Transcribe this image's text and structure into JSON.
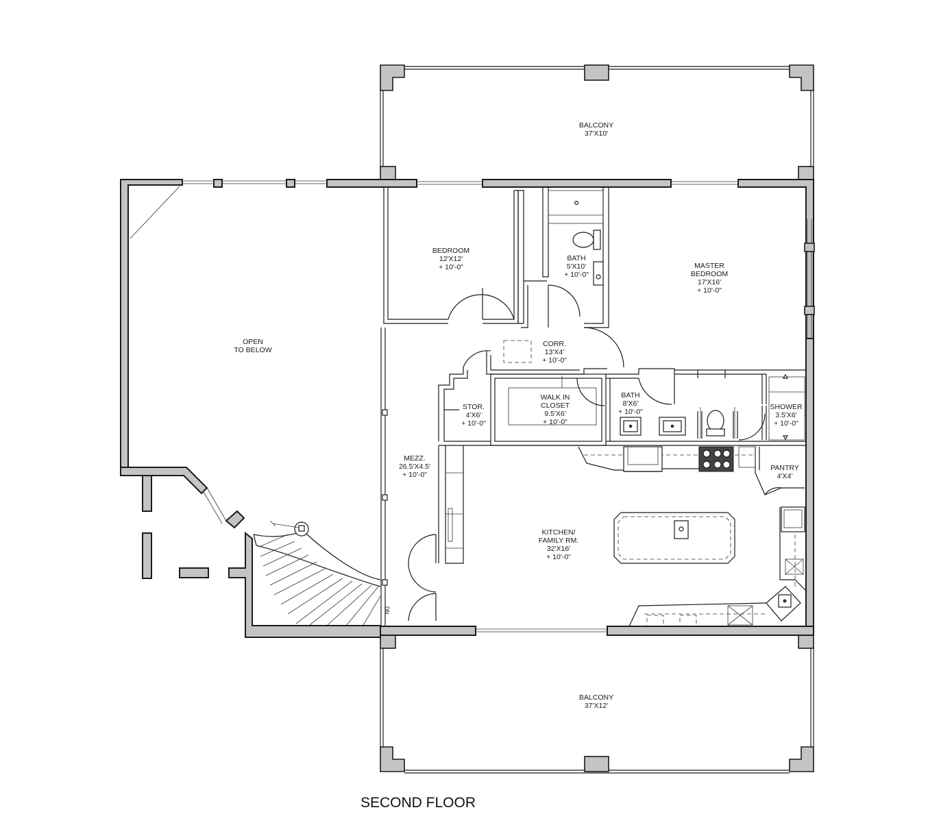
{
  "title": "SECOND FLOOR",
  "rooms": {
    "balcony_top": {
      "name": "BALCONY",
      "size": "37'X10'"
    },
    "balcony_bottom": {
      "name": "BALCONY",
      "size": "37'X12'"
    },
    "open_to_below": {
      "line1": "OPEN",
      "line2": "TO BELOW"
    },
    "bedroom": {
      "name": "BEDROOM",
      "size": "12'X12'",
      "height": "+ 10'-0\""
    },
    "bath_small": {
      "name": "BATH",
      "size": "5'X10'",
      "height": "+ 10'-0\""
    },
    "master_bedroom": {
      "line1": "MASTER",
      "line2": "BEDROOM",
      "size": "17'X16'",
      "height": "+ 10'-0\""
    },
    "corridor": {
      "name": "CORR.",
      "size": "13'X4'",
      "height": "+ 10'-0\""
    },
    "storage": {
      "name": "STOR.",
      "size": "4'X6'",
      "height": "+ 10'-0\""
    },
    "walk_in_closet": {
      "line1": "WALK IN",
      "line2": "CLOSET",
      "size": "9.5'X6'",
      "height": "+ 10'-0\""
    },
    "bath_master": {
      "name": "BATH",
      "size": "8'X6'",
      "height": "+ 10'-0\""
    },
    "shower": {
      "name": "SHOWER",
      "size": "3.5'X6'",
      "height": "+ 10'-0\""
    },
    "mezzanine": {
      "name": "MEZZ.",
      "size": "26.5'X4.5'",
      "height": "+ 10'-0\""
    },
    "pantry": {
      "name": "PANTRY",
      "size": "4'X4'"
    },
    "kitchen": {
      "line1": "KITCHEN/",
      "line2": "FAMILY RM.",
      "size": "32'X16'",
      "height": "+ 10'-0\""
    }
  },
  "stair": {
    "label": "DN"
  }
}
